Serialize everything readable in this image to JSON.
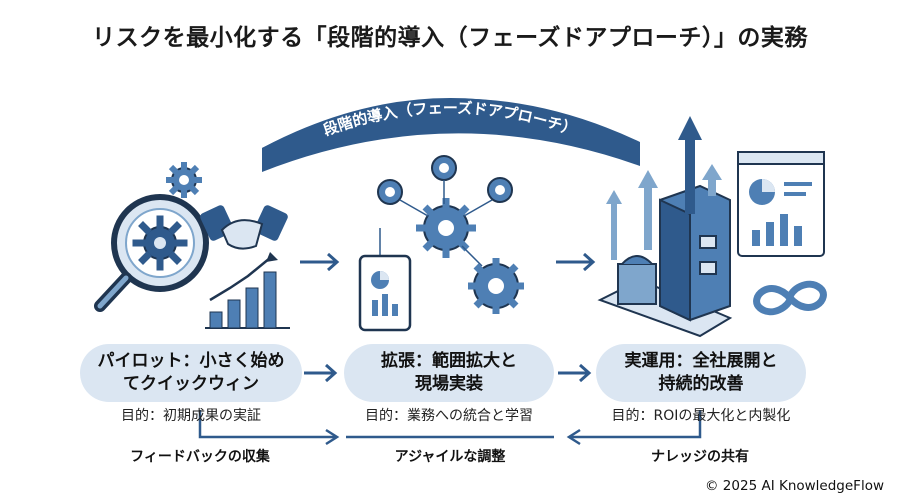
{
  "title": "リスクを最小化する「段階的導入（フェーズドアプローチ）」の実務",
  "banner_label": "段階的導入（フェーズドアプローチ）",
  "phases": [
    {
      "line1": "パイロット：小さく始め",
      "line2": "てクイックウィン",
      "purpose": "目的：初期成果の実証"
    },
    {
      "line1": "拡張：範囲拡大と",
      "line2": "現場実装",
      "purpose": "目的：業務への統合と学習"
    },
    {
      "line1": "実運用：全社展開と",
      "line2": "持続的改善",
      "purpose": "目的：ROIの最大化と内製化"
    }
  ],
  "feedback": [
    "フィードバックの収集",
    "アジャイルな調整",
    "ナレッジの共有"
  ],
  "copyright": "© 2025 AI KnowledgeFlow",
  "colors": {
    "navy": "#2f5a8c",
    "light": "#dbe6f2",
    "mid": "#7fa6cc"
  }
}
